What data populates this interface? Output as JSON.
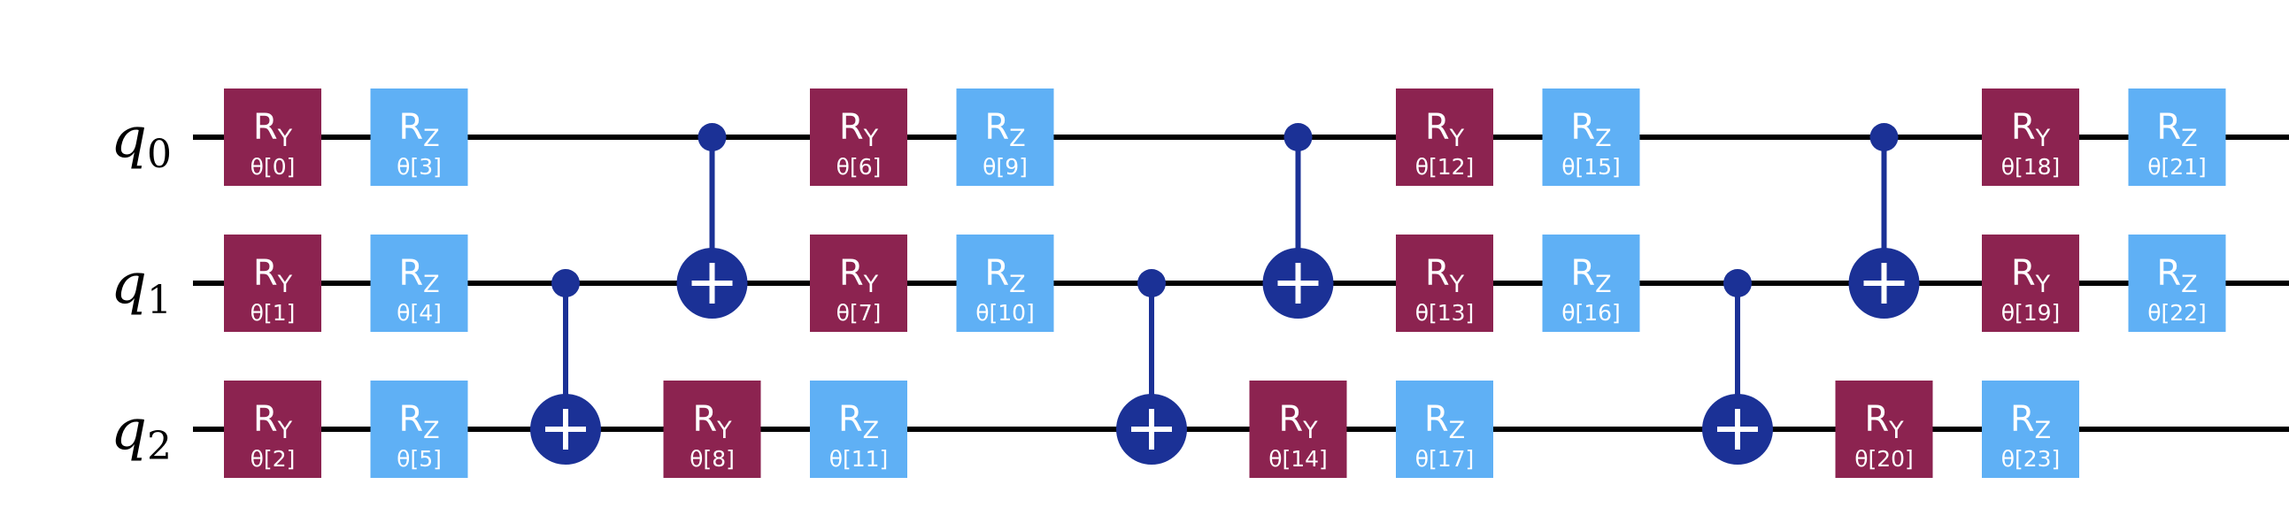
{
  "colors": {
    "ry": "#8c2350",
    "rz": "#5fb0f5",
    "cx": "#1b3196",
    "wire": "#000000",
    "gate_text": "#ffffff"
  },
  "qubits": [
    {
      "base": "q",
      "sub": "0"
    },
    {
      "base": "q",
      "sub": "1"
    },
    {
      "base": "q",
      "sub": "2"
    }
  ],
  "gates": [
    {
      "type": "ry",
      "base": "R",
      "sub": "Y",
      "param": "θ[0]",
      "qubit": 0,
      "col": 0
    },
    {
      "type": "ry",
      "base": "R",
      "sub": "Y",
      "param": "θ[1]",
      "qubit": 1,
      "col": 0
    },
    {
      "type": "ry",
      "base": "R",
      "sub": "Y",
      "param": "θ[2]",
      "qubit": 2,
      "col": 0
    },
    {
      "type": "rz",
      "base": "R",
      "sub": "Z",
      "param": "θ[3]",
      "qubit": 0,
      "col": 1
    },
    {
      "type": "rz",
      "base": "R",
      "sub": "Z",
      "param": "θ[4]",
      "qubit": 1,
      "col": 1
    },
    {
      "type": "rz",
      "base": "R",
      "sub": "Z",
      "param": "θ[5]",
      "qubit": 2,
      "col": 1
    },
    {
      "type": "ry",
      "base": "R",
      "sub": "Y",
      "param": "θ[6]",
      "qubit": 0,
      "col": 4
    },
    {
      "type": "ry",
      "base": "R",
      "sub": "Y",
      "param": "θ[7]",
      "qubit": 1,
      "col": 4
    },
    {
      "type": "ry",
      "base": "R",
      "sub": "Y",
      "param": "θ[8]",
      "qubit": 2,
      "col": 3
    },
    {
      "type": "rz",
      "base": "R",
      "sub": "Z",
      "param": "θ[9]",
      "qubit": 0,
      "col": 5
    },
    {
      "type": "rz",
      "base": "R",
      "sub": "Z",
      "param": "θ[10]",
      "qubit": 1,
      "col": 5
    },
    {
      "type": "rz",
      "base": "R",
      "sub": "Z",
      "param": "θ[11]",
      "qubit": 2,
      "col": 4
    },
    {
      "type": "ry",
      "base": "R",
      "sub": "Y",
      "param": "θ[12]",
      "qubit": 0,
      "col": 8
    },
    {
      "type": "ry",
      "base": "R",
      "sub": "Y",
      "param": "θ[13]",
      "qubit": 1,
      "col": 8
    },
    {
      "type": "ry",
      "base": "R",
      "sub": "Y",
      "param": "θ[14]",
      "qubit": 2,
      "col": 7
    },
    {
      "type": "rz",
      "base": "R",
      "sub": "Z",
      "param": "θ[15]",
      "qubit": 0,
      "col": 9
    },
    {
      "type": "rz",
      "base": "R",
      "sub": "Z",
      "param": "θ[16]",
      "qubit": 1,
      "col": 9
    },
    {
      "type": "rz",
      "base": "R",
      "sub": "Z",
      "param": "θ[17]",
      "qubit": 2,
      "col": 8
    },
    {
      "type": "ry",
      "base": "R",
      "sub": "Y",
      "param": "θ[18]",
      "qubit": 0,
      "col": 12
    },
    {
      "type": "ry",
      "base": "R",
      "sub": "Y",
      "param": "θ[19]",
      "qubit": 1,
      "col": 12
    },
    {
      "type": "ry",
      "base": "R",
      "sub": "Y",
      "param": "θ[20]",
      "qubit": 2,
      "col": 11
    },
    {
      "type": "rz",
      "base": "R",
      "sub": "Z",
      "param": "θ[21]",
      "qubit": 0,
      "col": 13
    },
    {
      "type": "rz",
      "base": "R",
      "sub": "Z",
      "param": "θ[22]",
      "qubit": 1,
      "col": 13
    },
    {
      "type": "rz",
      "base": "R",
      "sub": "Z",
      "param": "θ[23]",
      "qubit": 2,
      "col": 12
    }
  ],
  "cnots": [
    {
      "control": 1,
      "target": 2,
      "col": 2
    },
    {
      "control": 0,
      "target": 1,
      "col": 3
    },
    {
      "control": 1,
      "target": 2,
      "col": 6
    },
    {
      "control": 0,
      "target": 1,
      "col": 7
    },
    {
      "control": 1,
      "target": 2,
      "col": 10
    },
    {
      "control": 0,
      "target": 1,
      "col": 11
    }
  ]
}
